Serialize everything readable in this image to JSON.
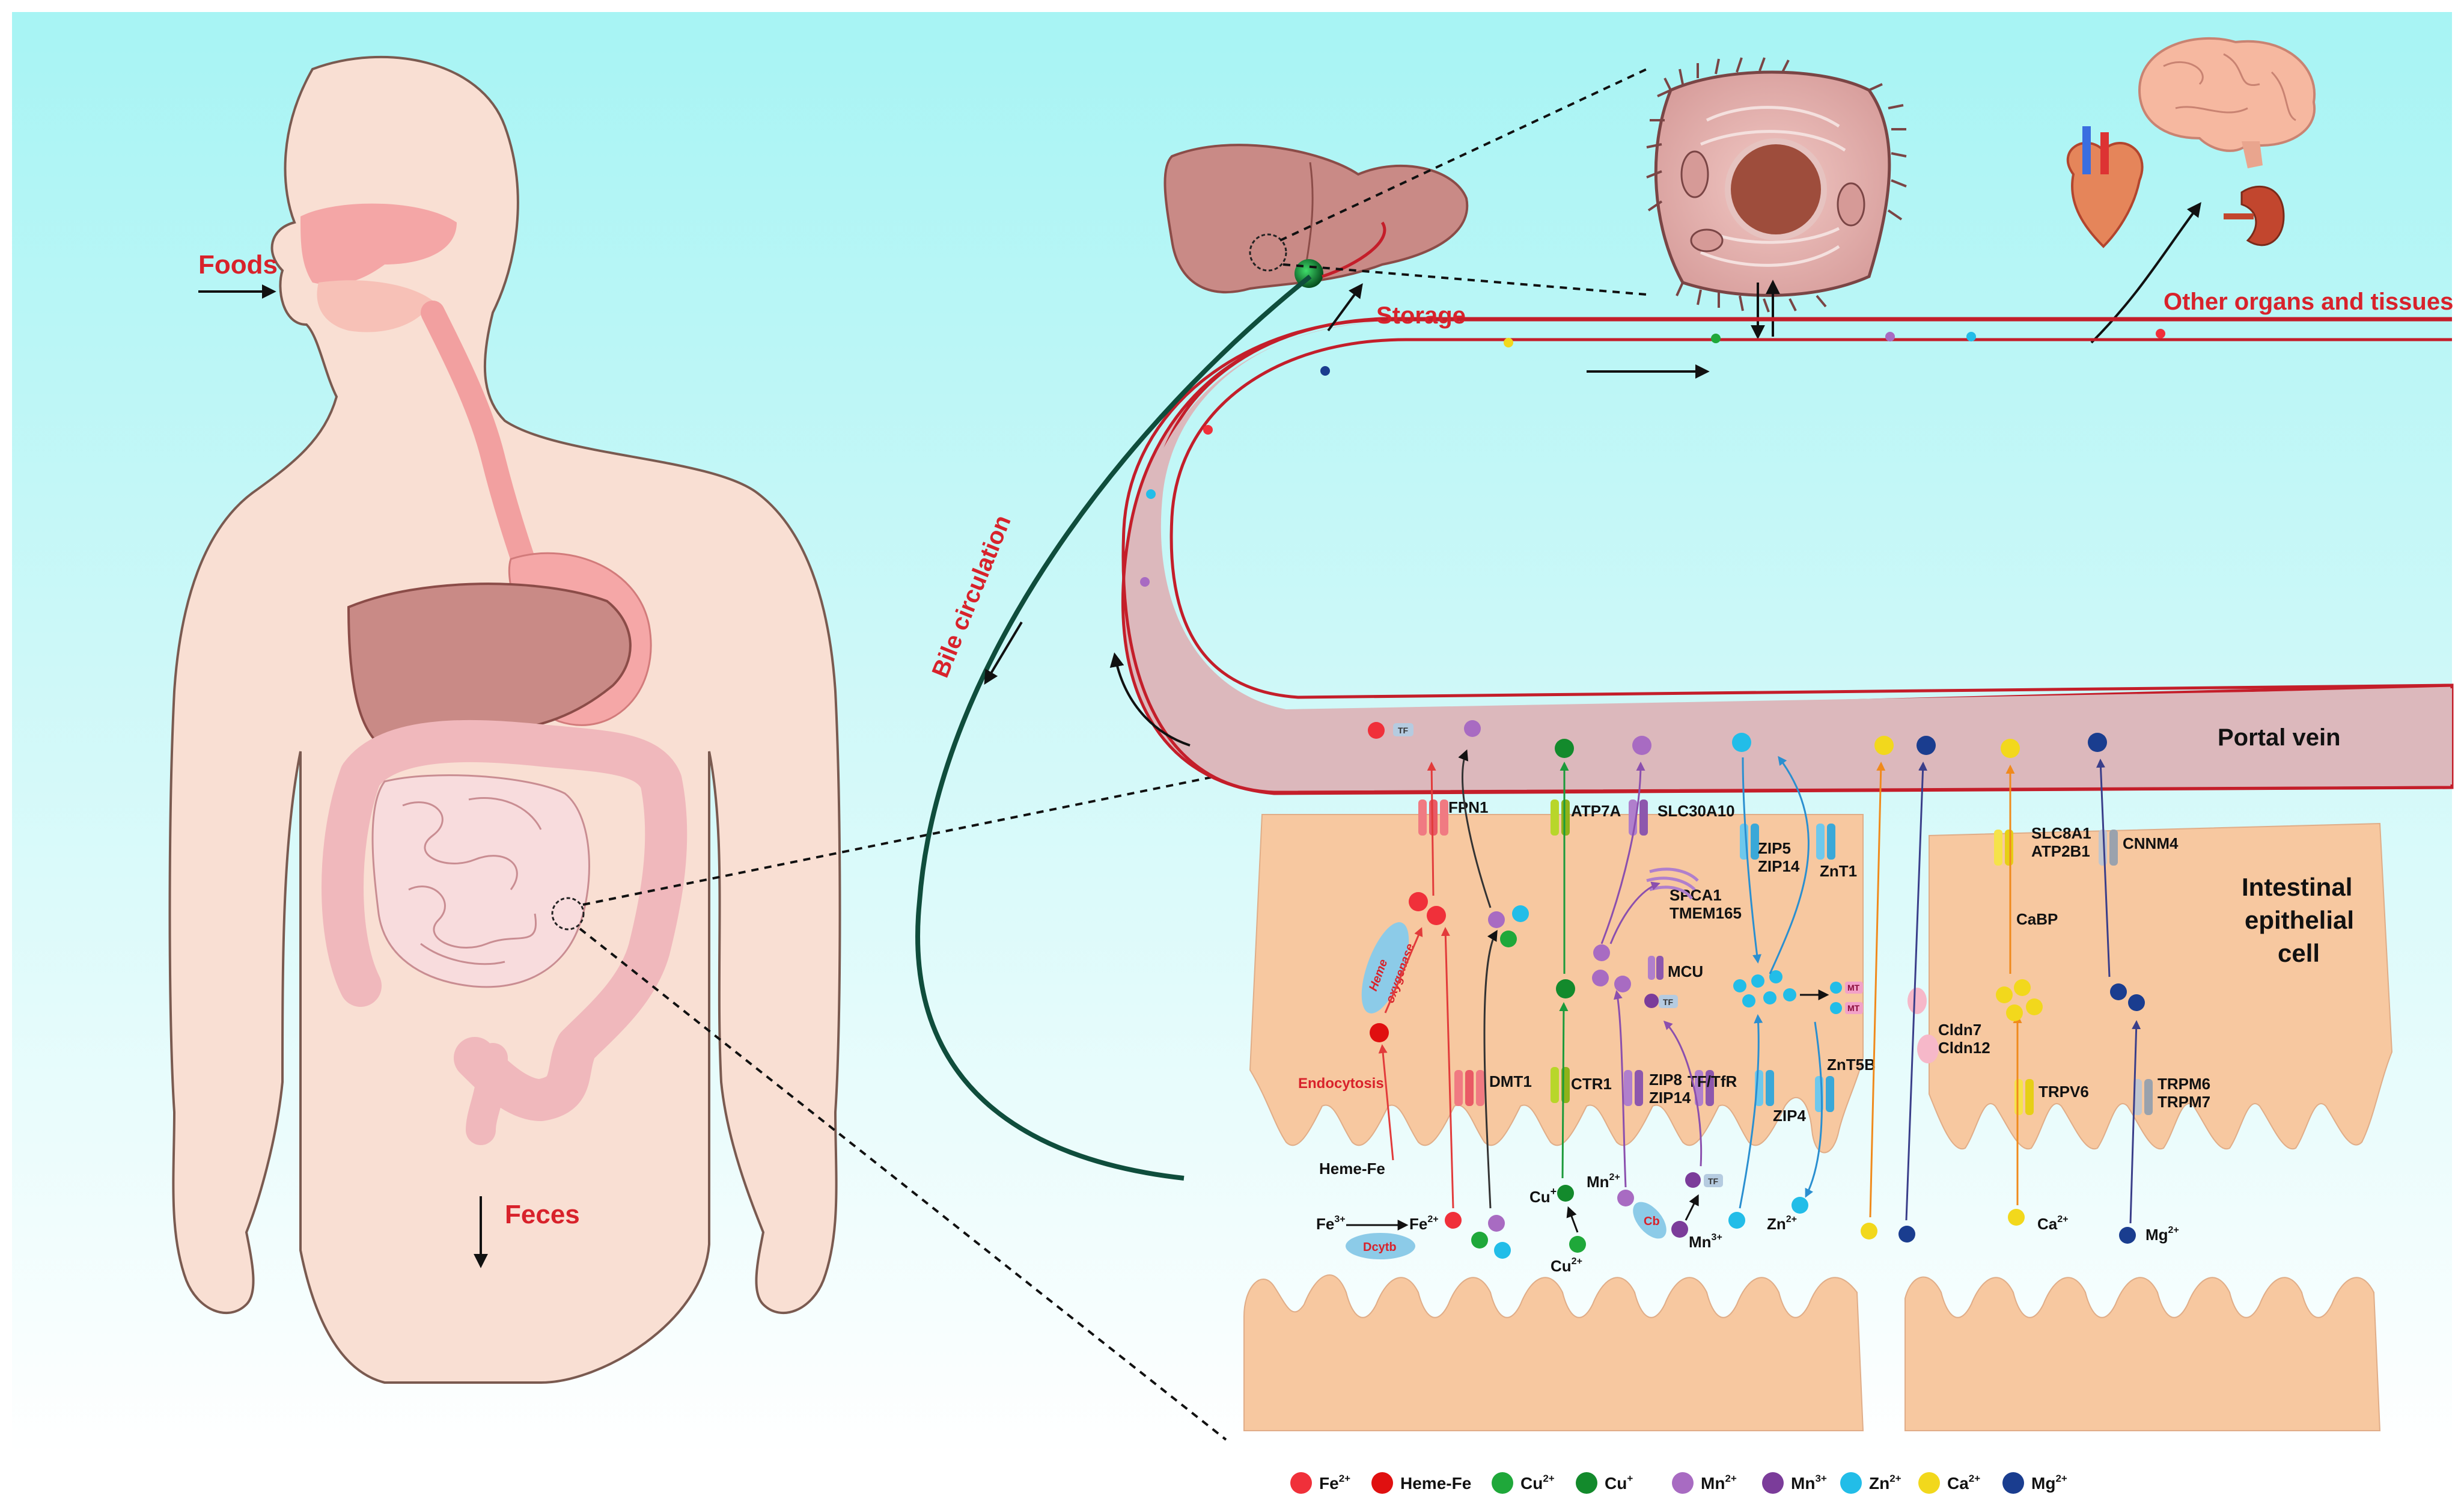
{
  "labels": {
    "foods": "Foods",
    "feces": "Feces",
    "storage": "Storage",
    "bile_circulation": "Bile circulation",
    "other_organs": "Other organs and tissues",
    "portal_vein": "Portal vein",
    "intestinal_cell_1": "Intestinal",
    "intestinal_cell_2": "epithelial",
    "intestinal_cell_3": "cell",
    "endocytosis": "Endocytosis",
    "heme_oxygenase_1": "Heme",
    "heme_oxygenase_2": "oxygenase",
    "heme_fe": "Heme-Fe",
    "dcytb": "Dcytb",
    "cb": "Cb",
    "tf": "TF",
    "mt": "MT",
    "cabp": "CaBP"
  },
  "transporters": {
    "fpn1": "FPN1",
    "dmt1": "DMT1",
    "atp7a": "ATP7A",
    "ctr1": "CTR1",
    "slc30a10": "SLC30A10",
    "spca1": "SPCA1",
    "tmem165": "TMEM165",
    "mcu": "MCU",
    "zip8": "ZIP8",
    "zip14_a": "ZIP14",
    "tf_tfr": "TF/TfR",
    "zip5": "ZIP5",
    "zip14_b": "ZIP14",
    "znt1": "ZnT1",
    "zip4": "ZIP4",
    "znt5b": "ZnT5B",
    "slc8a1": "SLC8A1",
    "atp2b1": "ATP2B1",
    "cnnm4": "CNNM4",
    "cldn7": "Cldn7",
    "cldn12": "Cldn12",
    "trpv6": "TRPV6",
    "trpm6": "TRPM6",
    "trpm7": "TRPM7"
  },
  "ions": {
    "fe3": {
      "base": "Fe",
      "sup": "3+"
    },
    "fe2": {
      "base": "Fe",
      "sup": "2+"
    },
    "cu_plus": {
      "base": "Cu",
      "sup": "+"
    },
    "cu2": {
      "base": "Cu",
      "sup": "2+"
    },
    "mn2": {
      "base": "Mn",
      "sup": "2+"
    },
    "mn3": {
      "base": "Mn",
      "sup": "3+"
    },
    "zn2": {
      "base": "Zn",
      "sup": "2+"
    },
    "ca2": {
      "base": "Ca",
      "sup": "2+"
    },
    "mg2": {
      "base": "Mg",
      "sup": "2+"
    }
  },
  "legend": [
    {
      "base": "Fe",
      "sup": "2+",
      "color": "#f0303a"
    },
    {
      "base": "Heme-Fe",
      "sup": "",
      "color": "#e01010"
    },
    {
      "base": "Cu",
      "sup": "2+",
      "color": "#1fa83a"
    },
    {
      "base": "Cu",
      "sup": "+",
      "color": "#138a2c"
    },
    {
      "base": "Mn",
      "sup": "2+",
      "color": "#a86bc2"
    },
    {
      "base": "Mn",
      "sup": "3+",
      "color": "#7b3c9a"
    },
    {
      "base": "Zn",
      "sup": "2+",
      "color": "#22bde8"
    },
    {
      "base": "Ca",
      "sup": "2+",
      "color": "#f2d81c"
    },
    {
      "base": "Mg",
      "sup": "2+",
      "color": "#1a3d8f"
    }
  ],
  "colors": {
    "skin": "#f9dfd3",
    "liver": "#c98a86",
    "cell": "#f7c8a0",
    "vessel": "#dcb8bc",
    "vessel_edge": "#c41e2a",
    "bile": "#0f4d3c",
    "label_red": "#d8222b"
  }
}
